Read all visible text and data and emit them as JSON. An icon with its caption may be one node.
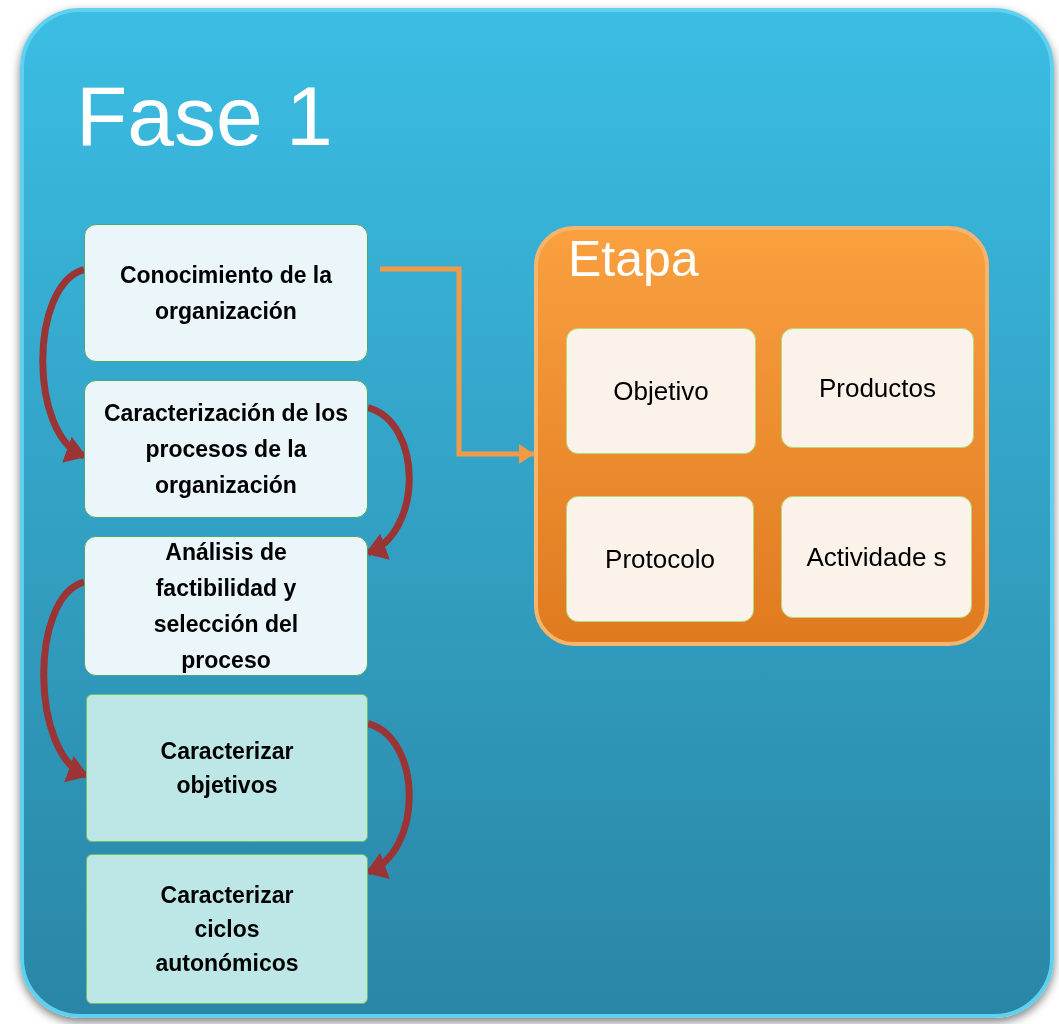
{
  "diagram": {
    "nodes": [
      {
        "text": [
          "Fase 1"
        ]
      },
      {
        "text": [
          "Conocimiento de la organización"
        ],
        "in": 0
      },
      {
        "text": [
          "Caracterización de los procesos de la organización"
        ],
        "in": 0
      },
      {
        "text": [
          "Análisis de factibilidad y selección del proceso"
        ],
        "in": 0
      },
      {
        "text": [
          "Caracterizar objetivos"
        ],
        "in": 0
      },
      {
        "text": [
          "Caracterizar ciclos autonómicos"
        ],
        "in": 0
      },
      {
        "text": [
          "Etapa"
        ],
        "in": 0
      },
      {
        "text": [
          "Objetivo"
        ],
        "in": 6
      },
      {
        "text": [
          "Productos"
        ],
        "in": 6
      },
      {
        "text": [
          "Protocolo"
        ],
        "in": 6
      },
      {
        "text": [
          "Actividade s"
        ],
        "in": 6
      }
    ],
    "edges": [
      {
        "from": 1,
        "to": 2,
        "arrow": "to"
      },
      {
        "from": 2,
        "to": 3,
        "arrow": "to"
      },
      {
        "from": 3,
        "to": 4,
        "arrow": "to"
      },
      {
        "from": 4,
        "to": 5,
        "arrow": "to"
      },
      {
        "from": 1,
        "to": 6,
        "arrow": "to",
        "color": "#f39a46"
      }
    ]
  }
}
